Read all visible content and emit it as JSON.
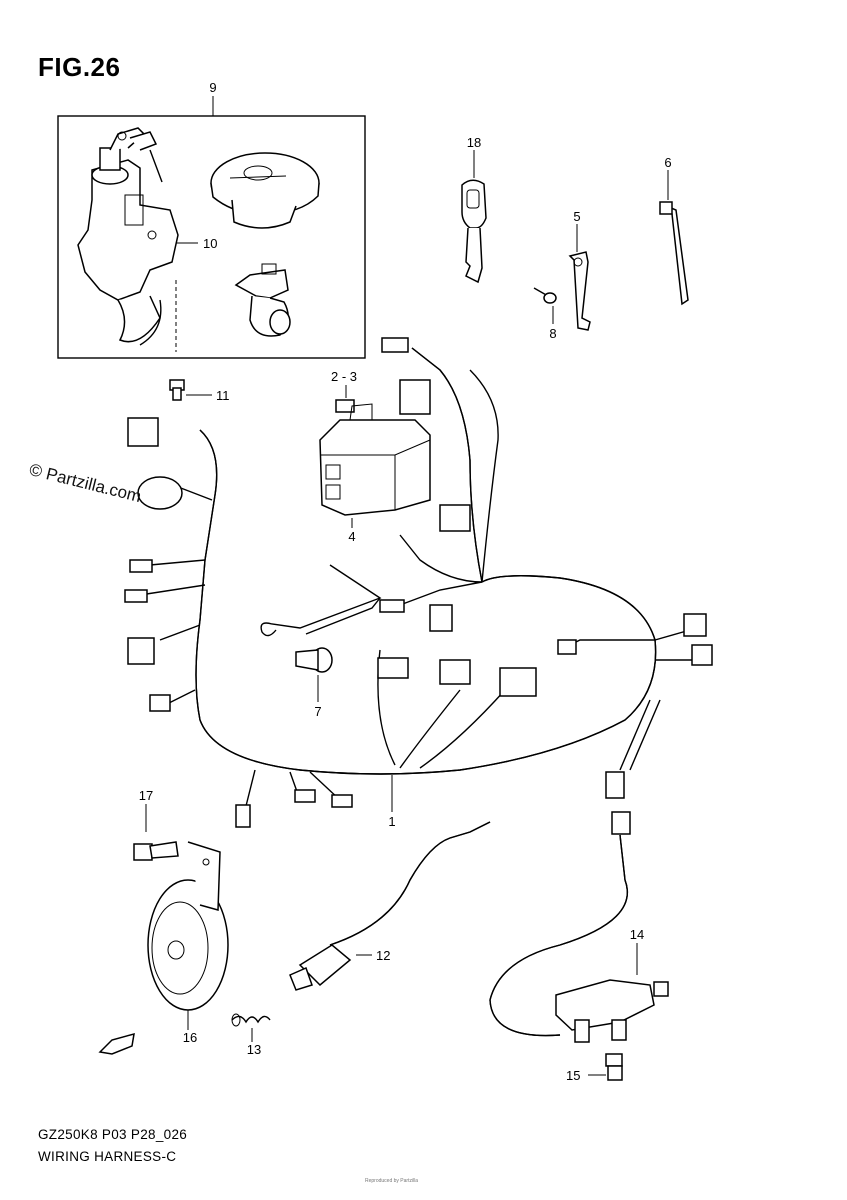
{
  "header": {
    "title": "FIG.26"
  },
  "watermark": "© Partzilla.com",
  "callouts": {
    "c9": "9",
    "c10": "10",
    "c18": "18",
    "c6": "6",
    "c5": "5",
    "c8": "8",
    "c11": "11",
    "c23": "2 - 3",
    "c4": "4",
    "c7": "7",
    "c1": "1",
    "c17": "17",
    "c12": "12",
    "c14": "14",
    "c16": "16",
    "c13": "13",
    "c15": "15"
  },
  "footer": {
    "model_code": "GZ250K8 P03 P28_026",
    "diagram_name": "WIRING HARNESS-C",
    "note": "Reproduced by Partzilla"
  },
  "icons": {
    "front_arrow": "front-direction-arrow-icon"
  }
}
